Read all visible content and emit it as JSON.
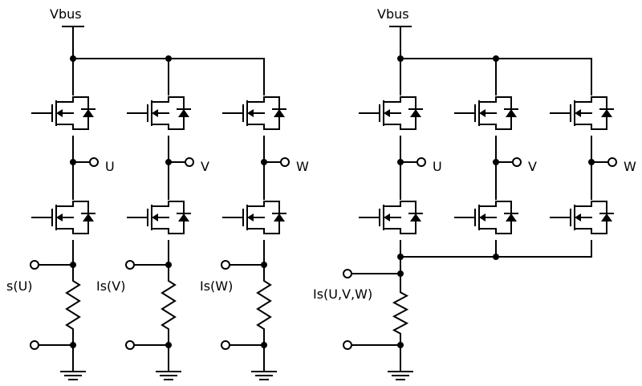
{
  "left_circuit": {
    "supply_label": "Vbus",
    "outputs": [
      "U",
      "V",
      "W"
    ],
    "sense_labels": [
      "s(U)",
      "Is(V)",
      "Is(W)"
    ]
  },
  "right_circuit": {
    "supply_label": "Vbus",
    "outputs": [
      "U",
      "V",
      "W"
    ],
    "sense_label": "Is(U,V,W)"
  }
}
